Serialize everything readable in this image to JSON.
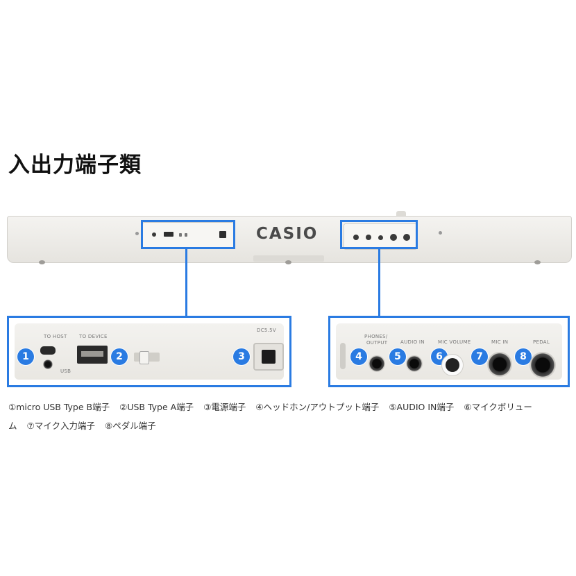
{
  "heading": "入出力端子類",
  "brand": "CASIO",
  "left_panel": {
    "to_host": "TO HOST",
    "to_device": "TO DEVICE",
    "usb_label": "USB",
    "dc_label": "DC5.5V",
    "badges": [
      "1",
      "2",
      "3"
    ]
  },
  "right_panel": {
    "phones_output_line1": "PHONES/",
    "phones_output_line2": "OUTPUT",
    "audio_in": "AUDIO IN",
    "mic_volume": "MIC VOLUME",
    "mic_in": "MIC IN",
    "pedal": "PEDAL",
    "badges": [
      "4",
      "5",
      "6",
      "7",
      "8"
    ]
  },
  "caption": {
    "line1": [
      "①micro USB Type B端子",
      "②USB Type A端子",
      "③電源端子",
      "④ヘッドホン/アウトプット端子",
      "⑤AUDIO IN端子",
      "⑥マイクボリュー"
    ],
    "line2": [
      "ム",
      "⑦マイク入力端子",
      "⑧ペダル端子"
    ]
  },
  "colors": {
    "accent": "#2a7be2"
  }
}
